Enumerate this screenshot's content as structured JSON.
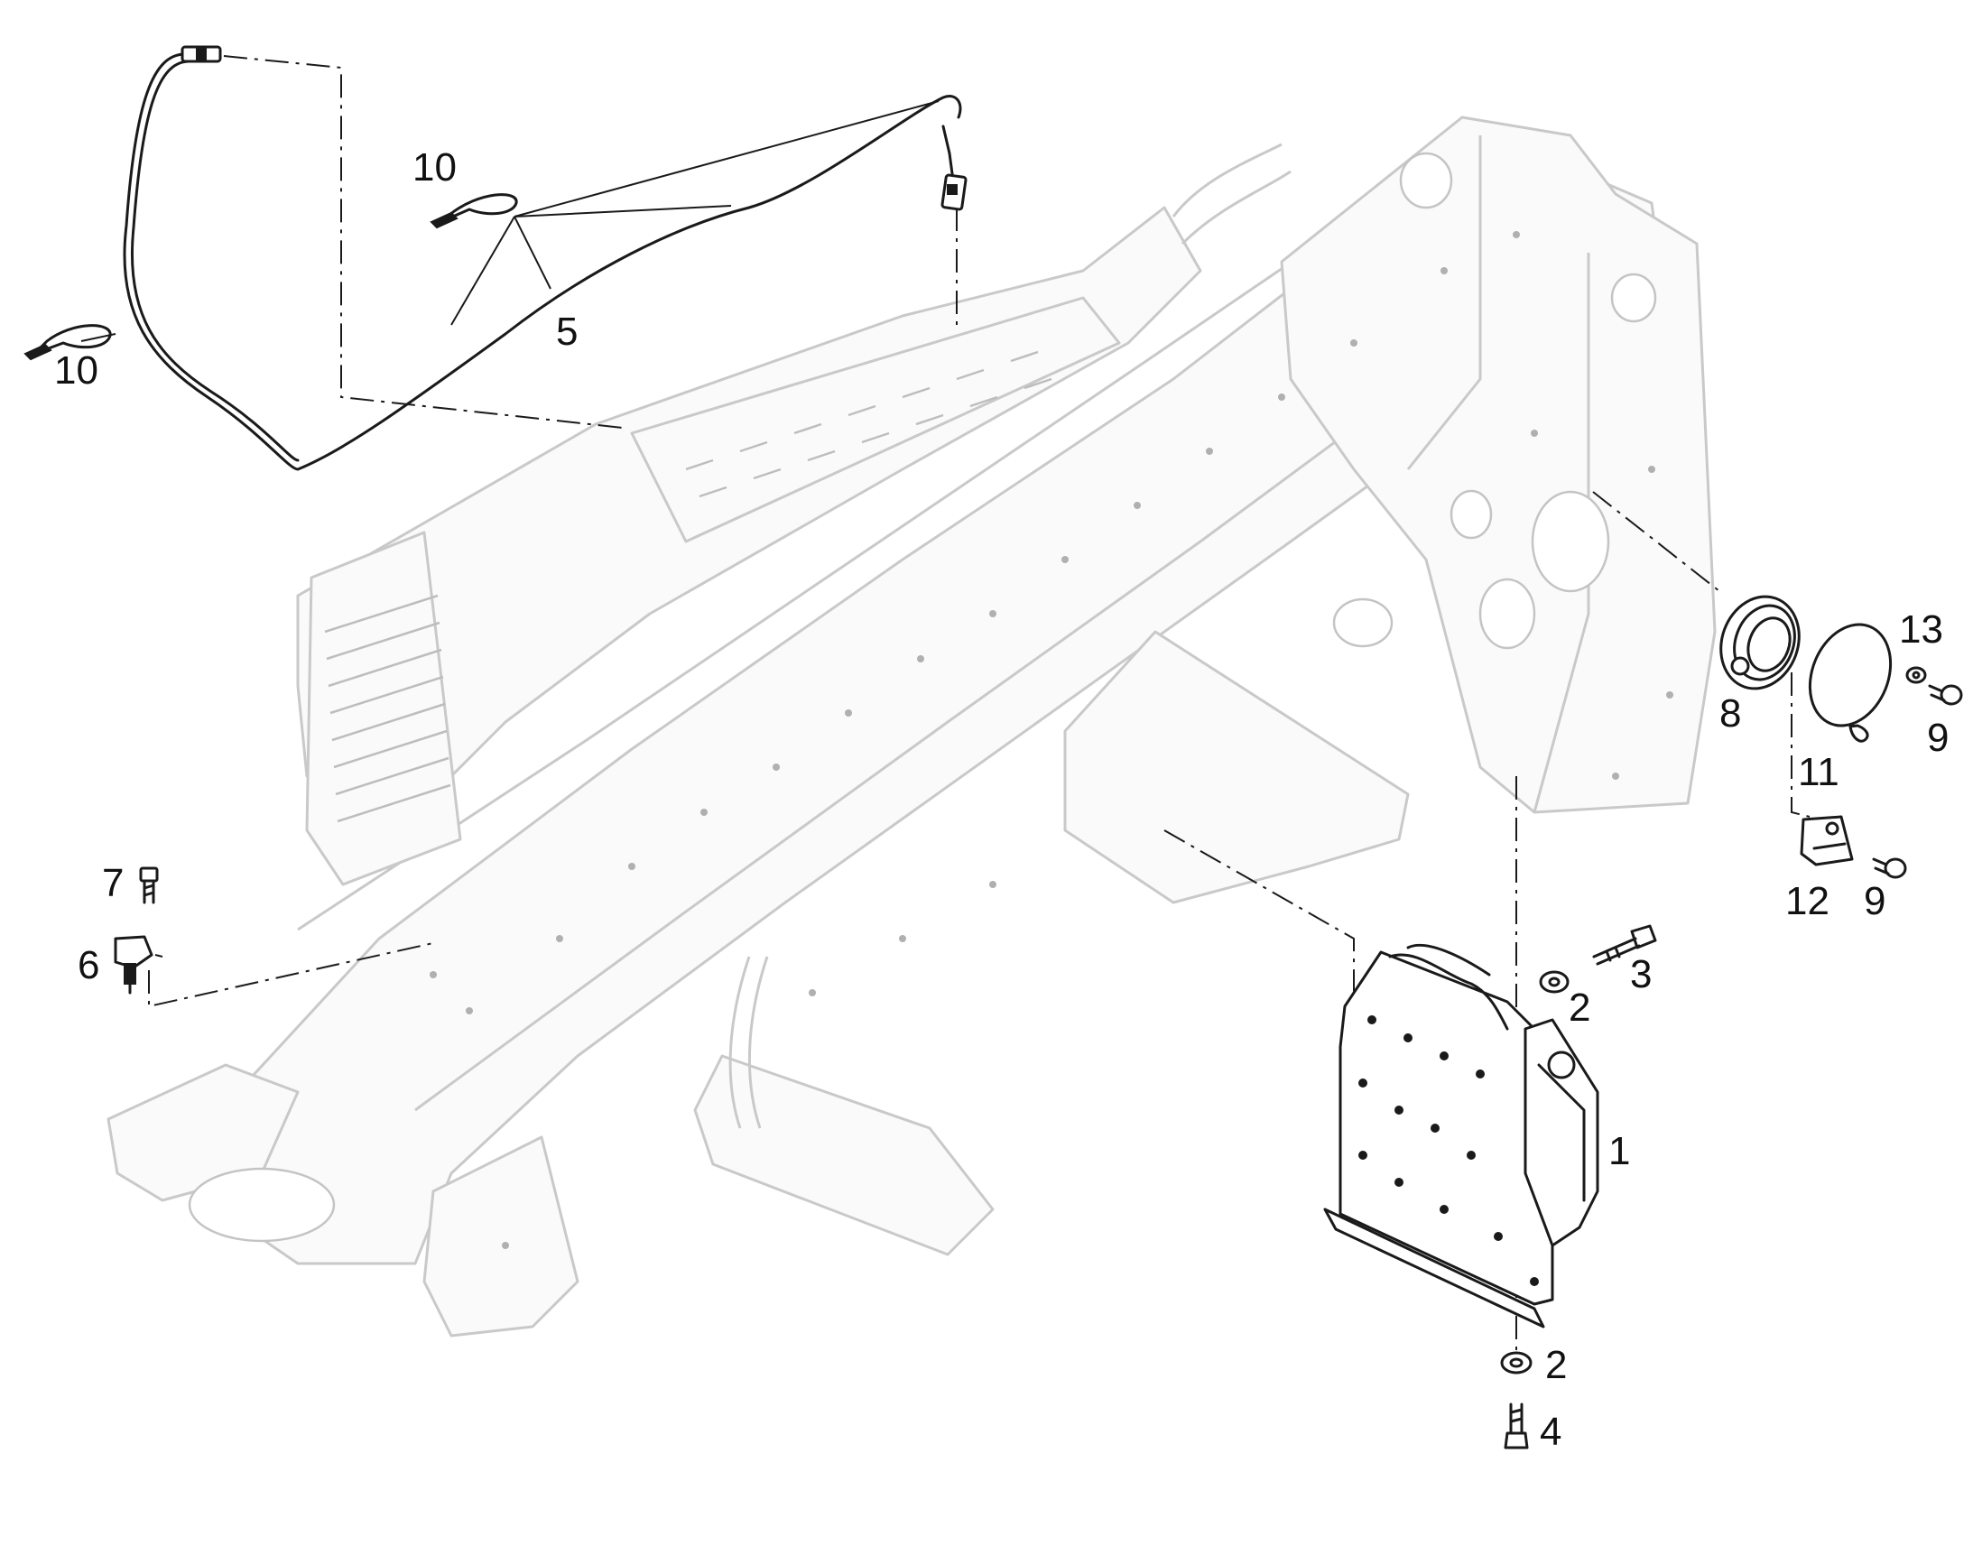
{
  "callouts": [
    {
      "id": "c10a",
      "label": "10"
    },
    {
      "id": "c10b",
      "label": "10"
    },
    {
      "id": "c5",
      "label": "5"
    },
    {
      "id": "c13",
      "label": "13"
    },
    {
      "id": "c8",
      "label": "8"
    },
    {
      "id": "c9a",
      "label": "9"
    },
    {
      "id": "c11",
      "label": "11"
    },
    {
      "id": "c12",
      "label": "12"
    },
    {
      "id": "c9b",
      "label": "9"
    },
    {
      "id": "c7",
      "label": "7"
    },
    {
      "id": "c6",
      "label": "6"
    },
    {
      "id": "c3",
      "label": "3"
    },
    {
      "id": "c2a",
      "label": "2"
    },
    {
      "id": "c1",
      "label": "1"
    },
    {
      "id": "c2b",
      "label": "2"
    },
    {
      "id": "c4",
      "label": "4"
    }
  ]
}
